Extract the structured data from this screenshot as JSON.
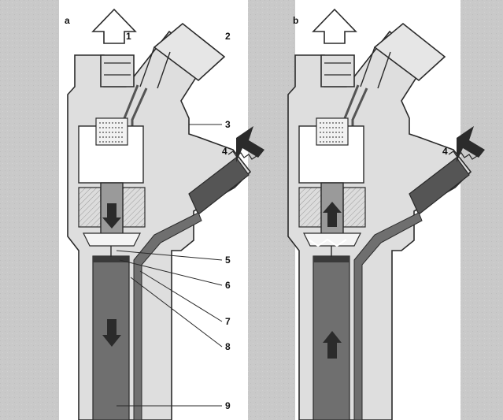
{
  "panels": {
    "left": {
      "letter": "a"
    },
    "right": {
      "letter": "b"
    }
  },
  "callouts": {
    "left": [
      "1",
      "2",
      "3",
      "4",
      "5",
      "6",
      "7",
      "8",
      "9"
    ],
    "right": [
      "4"
    ]
  },
  "colors": {
    "paper": "#ffffff",
    "scan_background": "#c9c9c9",
    "body_fill": "#dedede",
    "body_stroke": "#2a2a2a",
    "fuel_dark": "#555555",
    "channel_fill": "#6f6f6f",
    "needle_fill": "#9a9a9a",
    "arrow_fill": "#2b2b2b"
  },
  "icons": {
    "flow_out_left": "hollow-up-arrow-icon",
    "flow_out_right": "hollow-up-arrow-icon",
    "fuel_in_left": "inlet-arrow-icon",
    "fuel_in_right": "inlet-arrow-icon",
    "armature_left": "down-arrow-icon",
    "armature_right": "up-arrow-icon",
    "needle_left": "down-arrow-icon",
    "needle_right": "up-arrow-icon"
  }
}
